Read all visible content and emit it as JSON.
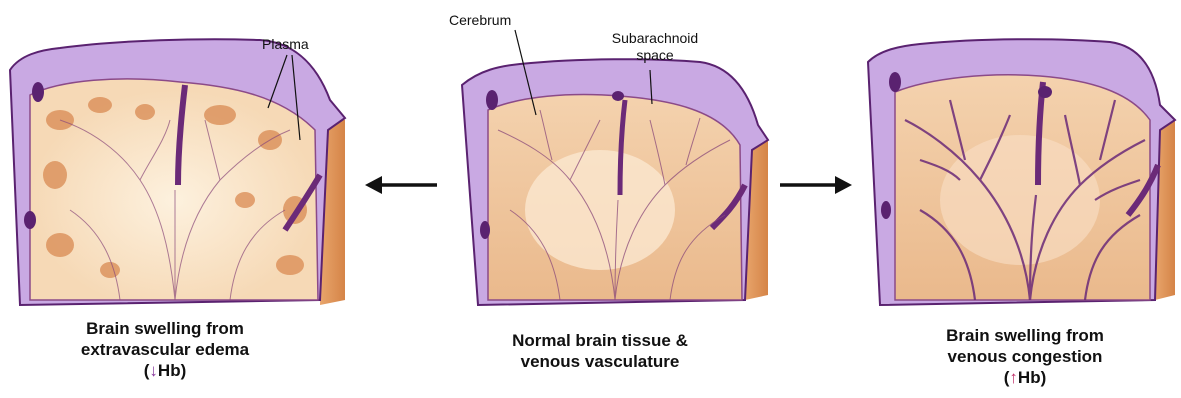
{
  "labels": {
    "plasma": "Plasma",
    "cerebrum": "Cerebrum",
    "subarachnoid_line1": "Subarachnoid",
    "subarachnoid_line2": "space"
  },
  "captions": {
    "left": {
      "line1": "Brain swelling from",
      "line2": "extravascular edema",
      "line3_open": "(",
      "line3_arrow": "↓",
      "line3_text": "Hb)"
    },
    "middle": {
      "line1": "Normal brain tissue &",
      "line2": "venous vasculature"
    },
    "right": {
      "line1": "Brain swelling from",
      "line2": "venous congestion",
      "line3_open": "(",
      "line3_arrow": "↑",
      "line3_text": "Hb)"
    }
  },
  "colors": {
    "membrane": "#c9a9e3",
    "membrane_dark": "#5a2270",
    "tissue": "#f2c9a2",
    "tissue_light": "#fbe7cf",
    "tissue_dark": "#d98a52",
    "vein": "#6b2a78",
    "arrow": "#111111"
  }
}
